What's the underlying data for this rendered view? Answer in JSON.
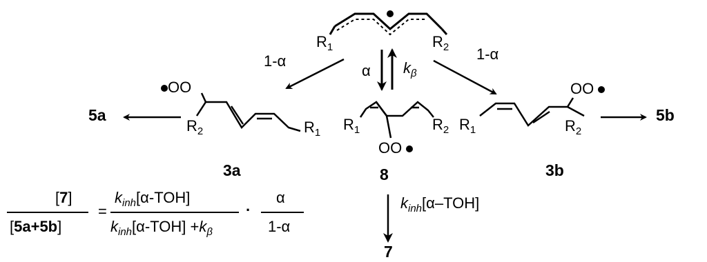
{
  "scheme": {
    "substituents": {
      "r1": "R",
      "r2": "R",
      "r1_sub": "1",
      "r2_sub": "2",
      "r_sub_r1": "1",
      "r_sub_r2": "2"
    },
    "oo": "OO",
    "labels": {
      "p5a": "5a",
      "p5b": "5b",
      "p3a": "3a",
      "p3b": "3b",
      "p8": "8",
      "p7": "7"
    },
    "branch": {
      "one_minus_alpha": "1-α",
      "alpha": "α"
    },
    "k_beta": {
      "k": "k",
      "sub": "β"
    },
    "k_inh_arrow": {
      "k": "k",
      "sub": "inh",
      "rest": "[α–TOH]"
    },
    "equation": {
      "lhs_num_open": "[",
      "lhs_num_bold": "7",
      "lhs_num_close": "]",
      "lhs_den_open": "[",
      "lhs_den_bold": "5a+5b",
      "lhs_den_close": "]",
      "equals": "=",
      "num_k": "k",
      "num_sub": "inh",
      "num_rest": "[α-TOH]",
      "den_k": "k",
      "den_sub": "inh",
      "den_rest": "[α-TOH] +",
      "den_k2": "k",
      "den_sub2": "β",
      "dot": "·",
      "frac2_num": "α",
      "frac2_den": "1-α"
    }
  }
}
